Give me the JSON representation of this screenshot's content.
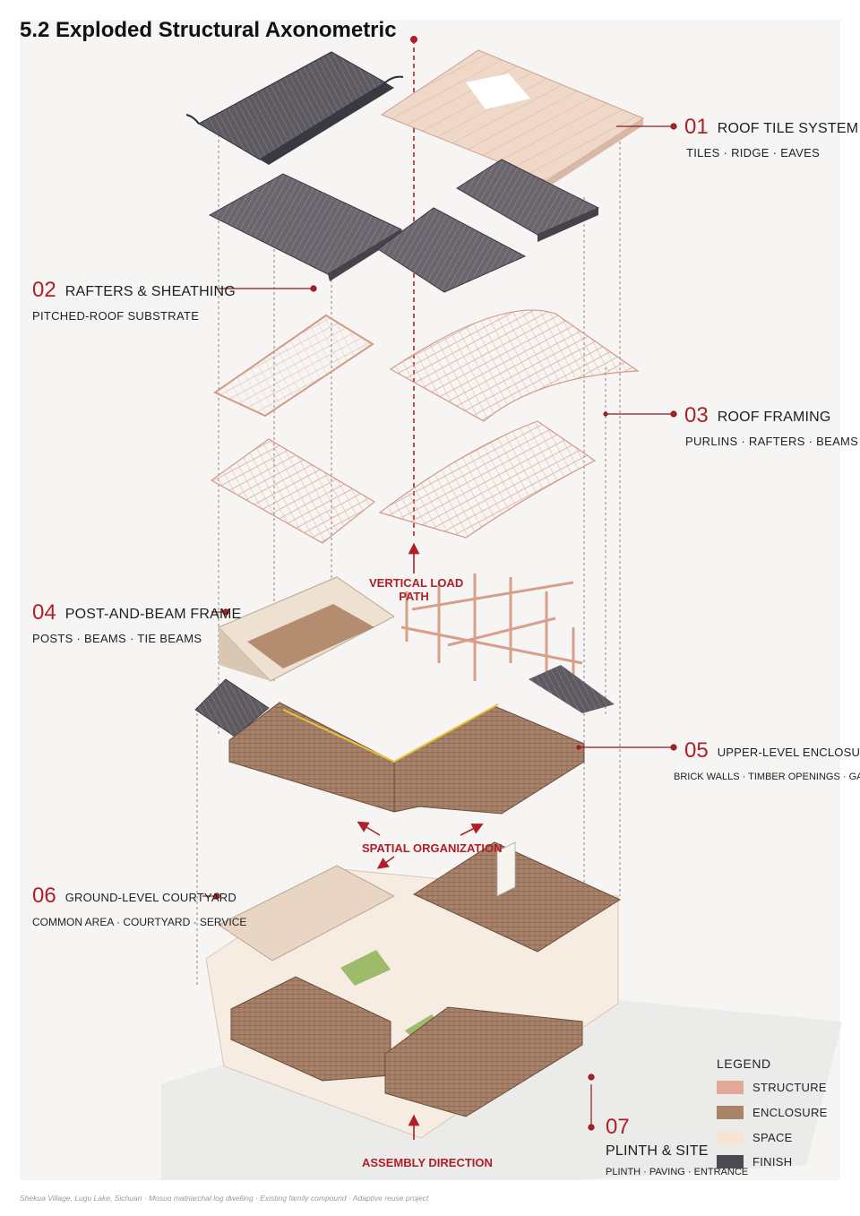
{
  "title": "5.2 Exploded Structural Axonometric",
  "layers": [
    {
      "num": "01",
      "title": "ROOF TILE SYSTEM",
      "sub": "TILES · RIDGE · EAVES"
    },
    {
      "num": "02",
      "title": "RAFTERS & SHEATHING",
      "sub": "PITCHED-ROOF SUBSTRATE"
    },
    {
      "num": "03",
      "title": "ROOF FRAMING",
      "sub": "PURLINS · RAFTERS · BEAMS"
    },
    {
      "num": "04",
      "title": "POST-AND-BEAM FRAME",
      "sub": "POSTS · BEAMS · TIE BEAMS"
    },
    {
      "num": "05",
      "title": "UPPER-LEVEL ENCLOSURE",
      "sub": "BRICK WALLS · TIMBER OPENINGS · GALLERY"
    },
    {
      "num": "06",
      "title": "GROUND-LEVEL COURTYARD",
      "sub": "COMMON AREA · COURTYARD · SERVICE"
    },
    {
      "num": "07",
      "title": "PLINTH & SITE",
      "sub": "PLINTH · PAVING · ENTRANCE"
    }
  ],
  "annotations": {
    "vertical_load": "VERTICAL LOAD",
    "vertical_load_2": "PATH",
    "spatial": "SPATIAL ORGANIZATION",
    "assembly": "ASSEMBLY DIRECTION"
  },
  "legend": {
    "title": "LEGEND",
    "items": [
      {
        "label": "STRUCTURE",
        "color": "#e2a99a"
      },
      {
        "label": "ENCLOSURE",
        "color": "#a88468"
      },
      {
        "label": "SPACE",
        "color": "#f6e5d4"
      },
      {
        "label": "FINISH",
        "color": "#4a4a50"
      }
    ]
  },
  "footnote": "Shekua Village, Lugu Lake, Sichuan · Mosuo matriarchal log dwelling · Existing family compound · Adaptive reuse project",
  "colors": {
    "accent": "#b01f28",
    "tile": "#5f5b62",
    "timber": "#e4b3a3",
    "brick": "#a8826a",
    "space": "#f7ebdf"
  }
}
